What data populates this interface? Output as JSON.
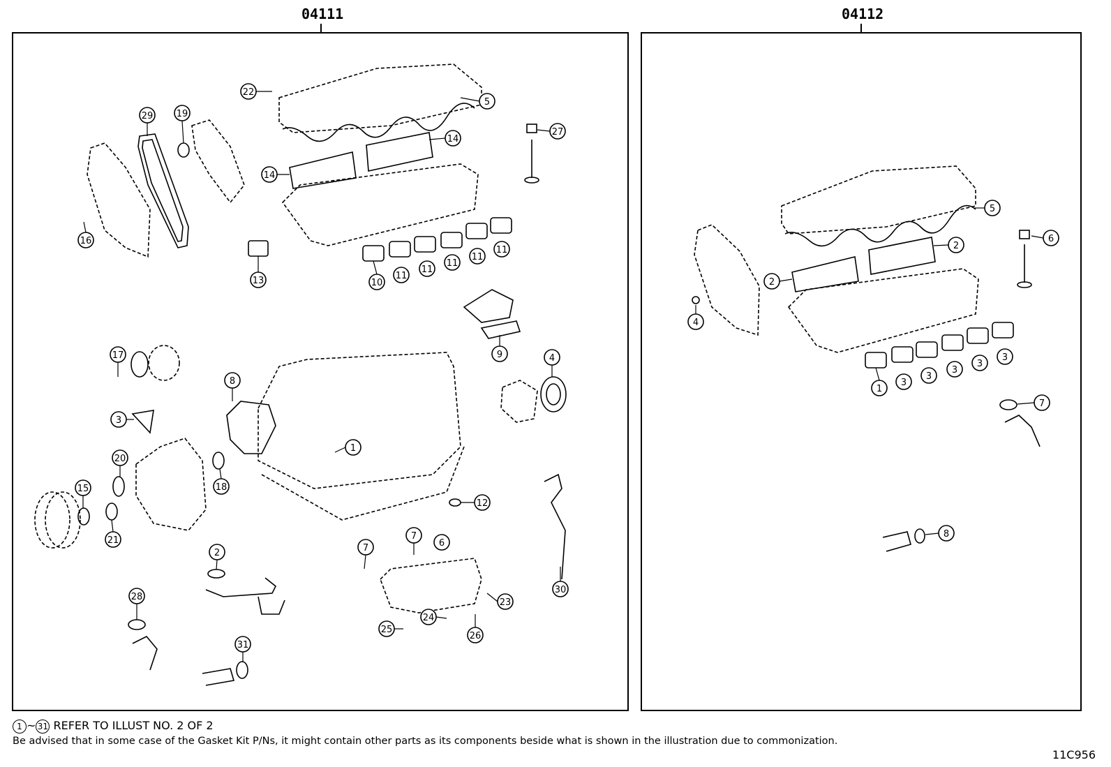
{
  "kits": {
    "left": {
      "code": "04111"
    },
    "right": {
      "code": "04112"
    }
  },
  "footer": {
    "note_range_start": "1",
    "note_range_sep": "~",
    "note_range_end": "31",
    "note_text": "REFER TO ILLUST NO. 2 OF 2",
    "disclaimer": "Be advised that in some case of the Gasket Kit P/Ns,  it might contain other parts as its components beside what is shown in the illustration due to commonization.",
    "figure_id": "11C956"
  },
  "left_callouts": [
    "22",
    "5",
    "29",
    "19",
    "27",
    "14",
    "14",
    "16",
    "13",
    "10",
    "11",
    "11",
    "11",
    "11",
    "11",
    "9",
    "17",
    "4",
    "8",
    "3",
    "1",
    "20",
    "18",
    "15",
    "12",
    "21",
    "7",
    "7",
    "6",
    "2",
    "30",
    "23",
    "28",
    "24",
    "25",
    "26",
    "31"
  ],
  "right_callouts": [
    "5",
    "6",
    "2",
    "2",
    "4",
    "1",
    "3",
    "3",
    "3",
    "3",
    "3",
    "7",
    "8"
  ]
}
